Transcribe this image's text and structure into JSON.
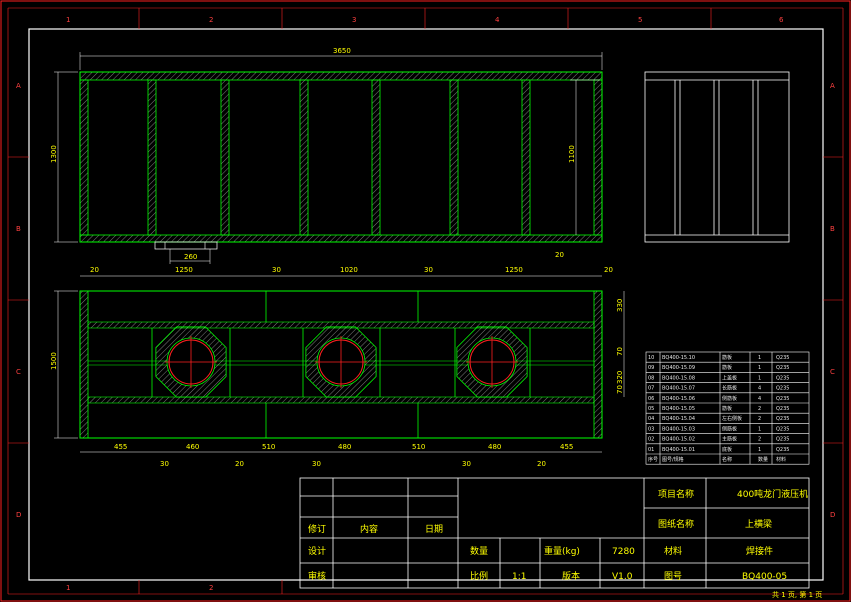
{
  "frame": {
    "col_labels": [
      "1",
      "2",
      "3",
      "4",
      "5",
      "6"
    ],
    "row_labels": [
      "A",
      "B",
      "C",
      "D"
    ],
    "bottom_col_labels": [
      "1",
      "2"
    ]
  },
  "top_view": {
    "overall_width": "3650",
    "left_height": "1300",
    "inner_height": "1100",
    "notch_width": "260",
    "corner_note": "20"
  },
  "front_view": {
    "top_dims": [
      "20",
      "1250",
      "30",
      "1020",
      "30",
      "1250",
      "20"
    ],
    "left_height": "1500",
    "right_dims": [
      "330",
      "70",
      "320",
      "70"
    ],
    "bottom_dims": [
      "455",
      "460",
      "510",
      "480",
      "510",
      "480",
      "455"
    ],
    "bottom_small_dims": [
      "30",
      "20",
      "30",
      "30",
      "20"
    ]
  },
  "bom": {
    "rows": [
      {
        "no": "10",
        "code": "BQ400-15.10",
        "name": "筋板",
        "qty": "1",
        "mat": "Q235"
      },
      {
        "no": "09",
        "code": "BQ400-15.09",
        "name": "筋板",
        "qty": "1",
        "mat": "Q235"
      },
      {
        "no": "08",
        "code": "BQ400-15.08",
        "name": "上盖板",
        "qty": "1",
        "mat": "Q235"
      },
      {
        "no": "07",
        "code": "BQ400-15.07",
        "name": "长筋板",
        "qty": "4",
        "mat": "Q235"
      },
      {
        "no": "06",
        "code": "BQ400-15.06",
        "name": "侧筋板",
        "qty": "4",
        "mat": "Q235"
      },
      {
        "no": "05",
        "code": "BQ400-15.05",
        "name": "筋板",
        "qty": "2",
        "mat": "Q235"
      },
      {
        "no": "04",
        "code": "BQ400-15.04",
        "name": "左右侧板",
        "qty": "2",
        "mat": "Q235"
      },
      {
        "no": "03",
        "code": "BQ400-15.03",
        "name": "侧筋板",
        "qty": "1",
        "mat": "Q235"
      },
      {
        "no": "02",
        "code": "BQ400-15.02",
        "name": "主筋板",
        "qty": "2",
        "mat": "Q235"
      },
      {
        "no": "01",
        "code": "BQ400-15.01",
        "name": "底板",
        "qty": "1",
        "mat": "Q235"
      }
    ],
    "header": {
      "no": "序号",
      "code": "图号/规格",
      "name": "名称",
      "qty": "数量",
      "mat": "材料"
    }
  },
  "title_block": {
    "project_label": "项目名称",
    "project_value": "400吨龙门液压机",
    "drawing_label": "图纸名称",
    "drawing_value": "上横梁",
    "material_label": "材料",
    "material_value": "焊接件",
    "number_label": "图号",
    "number_value": "BQ400-05",
    "weight_label": "重量(kg)",
    "weight_value": "7280",
    "quantity_label": "数量",
    "scale_label": "比例",
    "scale_value": "1:1",
    "version_label": "版本",
    "version_value": "V1.0",
    "revise_label": "修订",
    "content_label": "内容",
    "date_label": "日期",
    "design_label": "设计",
    "review_label": "审核",
    "sheet_info": "共 1 页, 第 1 页"
  },
  "colors": {
    "background": "#000000",
    "frame": "#ff2020",
    "border": "#ffffff",
    "outline": "#00ff00",
    "dimension": "#ffff00",
    "hatch": "#d0d0d0",
    "circle": "#ff2020"
  }
}
